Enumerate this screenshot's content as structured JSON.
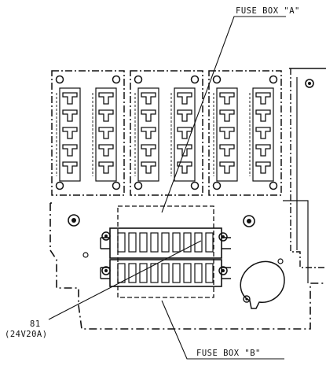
{
  "labels": {
    "fuse_box_a": "FUSE BOX \"A\"",
    "fuse_box_b": "FUSE BOX \"B\"",
    "callout_number": "81",
    "callout_rating": "(24V20A)"
  },
  "colors": {
    "ink": "#111111",
    "background": "#ffffff"
  },
  "fuse_box_a": {
    "modules": 3,
    "fuse_rows_per_column": 5,
    "fuse_columns_per_module": 2
  },
  "fuse_box_b": {
    "rows": 2,
    "fuses_per_row": 9
  }
}
